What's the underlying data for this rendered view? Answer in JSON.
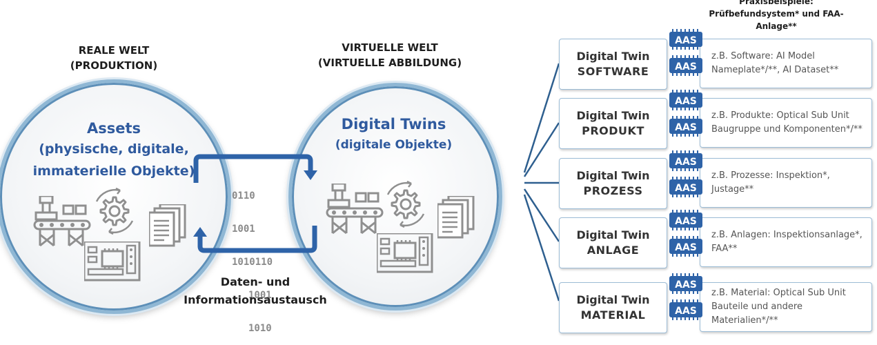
{
  "real_world": {
    "line1": "REALE WELT",
    "line2": "(PRODUKTION)"
  },
  "virtual_world": {
    "line1": "VIRTUELLE WELT",
    "line2": "(VIRTUELLE ABBILDUNG)"
  },
  "assets": {
    "title": "Assets",
    "line2": "(physische, digitale,",
    "line3": "immaterielle Objekte)"
  },
  "digital_twins": {
    "title": "Digital Twins",
    "subtitle": "(digitale Objekte)"
  },
  "binary": {
    "line1": "0110",
    "line2": "1001",
    "line3": "1010110",
    "line4": "1001",
    "line5": "1010"
  },
  "exchange": {
    "line1": "Daten- und",
    "line2": "Informationsaustausch"
  },
  "praxis": {
    "line1": "Praxisbeispiele:",
    "line2": "Prüfbefundsystem* und FAA-",
    "line3": "Anlage**"
  },
  "aas_label": "AAS",
  "twins": [
    {
      "line1": "Digital Twin",
      "line2": "SOFTWARE",
      "desc": "z.B. Software: AI Model Nameplate*/**, AI Dataset**"
    },
    {
      "line1": "Digital Twin",
      "line2": "PRODUKT",
      "desc": "z.B. Produkte: Optical Sub Unit Baugruppe und Komponenten*/**"
    },
    {
      "line1": "Digital Twin",
      "line2": "PROZESS",
      "desc": "z.B. Prozesse: Inspektion*, Justage**"
    },
    {
      "line1": "Digital Twin",
      "line2": "ANLAGE",
      "desc": "z.B. Anlagen: Inspektionsanlage*, FAA**"
    },
    {
      "line1": "Digital Twin",
      "line2": "MATERIAL",
      "desc": "z.B. Material: Optical Sub Unit Bauteile und andere Materialien*/**"
    }
  ],
  "colors": {
    "accent_blue": "#2f5a9e",
    "arrow_blue": "#2e63a8",
    "icon_gray": "#8f8f8f",
    "aas_blue": "#2e63a8"
  }
}
